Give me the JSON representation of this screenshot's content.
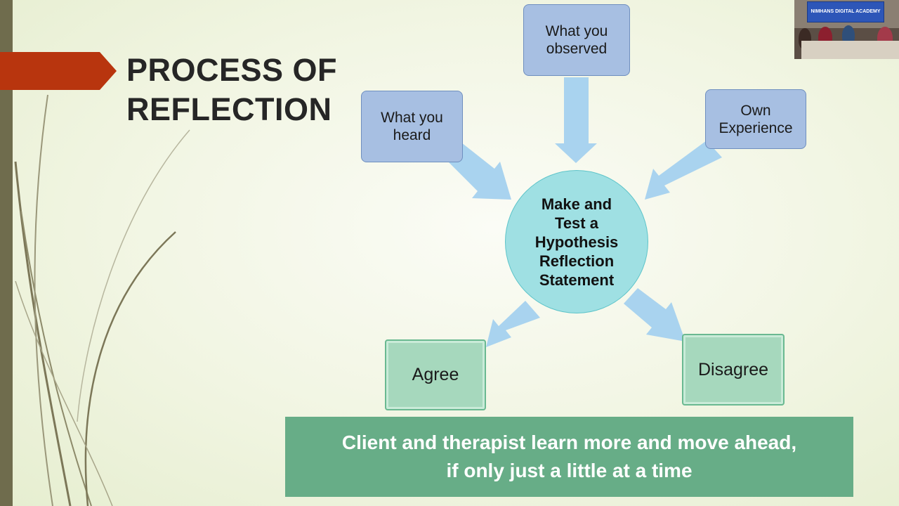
{
  "slide": {
    "title": "PROCESS OF\nREFLECTION",
    "colors": {
      "accent_arrow": "#b8350e",
      "left_bar": "#6f6c4d",
      "input_box": "#a7bfe2",
      "center_circle": "#9fe0e3",
      "outcome_box": "#a6d8bd",
      "banner": "#67ad87",
      "flow_arrow": "#a9d3ef"
    }
  },
  "diagram": {
    "inputs": [
      {
        "id": "heard",
        "label": "What you\nheard"
      },
      {
        "id": "observed",
        "label": "What you\nobserved"
      },
      {
        "id": "experience",
        "label": "Own\nExperience"
      }
    ],
    "center": {
      "label": "Make and\nTest a\nHypothesis\nReflection\nStatement"
    },
    "outcomes": [
      {
        "id": "agree",
        "label": "Agree"
      },
      {
        "id": "disagree",
        "label": "Disagree"
      }
    ]
  },
  "banner": {
    "text": "Client and therapist learn more and move ahead,\nif only just a little at a time"
  },
  "webcam": {
    "caption": "NIMHANS DIGITAL ACADEMY"
  }
}
